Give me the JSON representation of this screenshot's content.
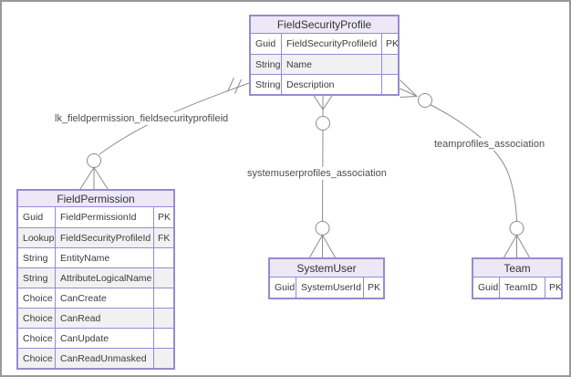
{
  "entities": [
    {
      "name": "FieldSecurityProfile",
      "rows": [
        {
          "type": "Guid",
          "name": "FieldSecurityProfileId",
          "key": "PK"
        },
        {
          "type": "String",
          "name": "Name",
          "key": ""
        },
        {
          "type": "String",
          "name": "Description",
          "key": ""
        }
      ]
    },
    {
      "name": "FieldPermission",
      "rows": [
        {
          "type": "Guid",
          "name": "FieldPermissionId",
          "key": "PK"
        },
        {
          "type": "Lookup",
          "name": "FieldSecurityProfileId",
          "key": "FK"
        },
        {
          "type": "String",
          "name": "EntityName",
          "key": ""
        },
        {
          "type": "String",
          "name": "AttributeLogicalName",
          "key": ""
        },
        {
          "type": "Choice",
          "name": "CanCreate",
          "key": ""
        },
        {
          "type": "Choice",
          "name": "CanRead",
          "key": ""
        },
        {
          "type": "Choice",
          "name": "CanUpdate",
          "key": ""
        },
        {
          "type": "Choice",
          "name": "CanReadUnmasked",
          "key": ""
        }
      ]
    },
    {
      "name": "SystemUser",
      "rows": [
        {
          "type": "Guid",
          "name": "SystemUserId",
          "key": "PK"
        }
      ]
    },
    {
      "name": "Team",
      "rows": [
        {
          "type": "Guid",
          "name": "TeamID",
          "key": "PK"
        }
      ]
    }
  ],
  "relationships": [
    {
      "label": "lk_fieldpermission_fieldsecurityprofileid",
      "from": "FieldPermission",
      "to": "FieldSecurityProfile",
      "from_cardinality": "zero-or-many",
      "to_cardinality": "one-and-only-one"
    },
    {
      "label": "systemuserprofiles_association",
      "from": "SystemUser",
      "to": "FieldSecurityProfile",
      "from_cardinality": "zero-or-many",
      "to_cardinality": "zero-or-many"
    },
    {
      "label": "teamprofiles_association",
      "from": "Team",
      "to": "FieldSecurityProfile",
      "from_cardinality": "zero-or-many",
      "to_cardinality": "zero-or-many"
    }
  ],
  "colors": {
    "entity_border": "#9a89d0",
    "entity_header_bg": "#ece8f8",
    "row_alt_bg": "#f1f1f1",
    "connector": "#8c8c8c",
    "cell_text": "#3b3b3b",
    "label_text": "#4d4d4d",
    "frame_border": "#999999"
  }
}
